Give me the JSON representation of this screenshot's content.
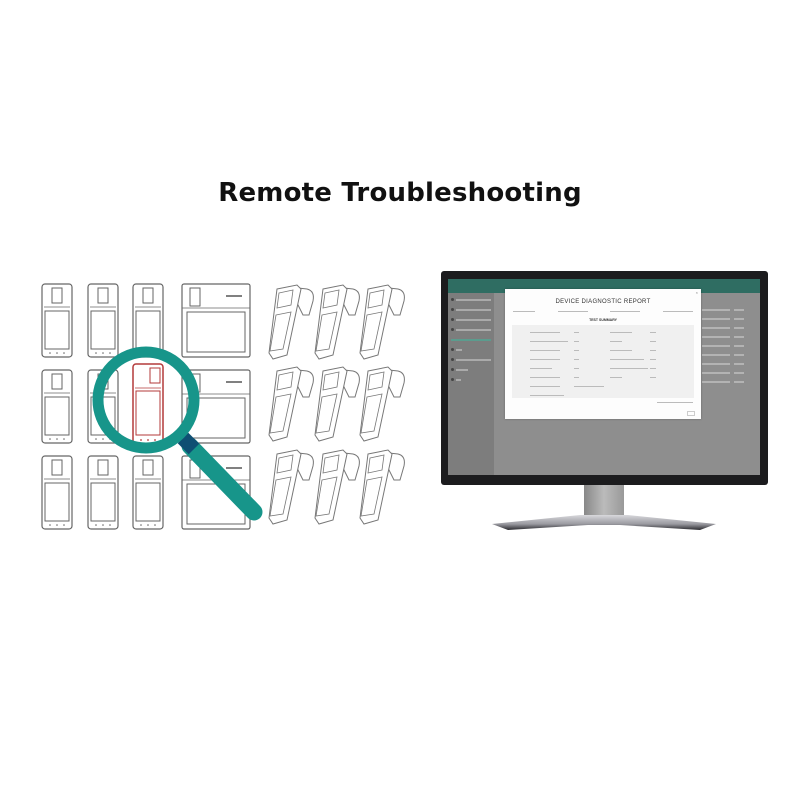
{
  "headline": "Remote Troubleshooting",
  "illustration": {
    "devices": {
      "handheld_terminals_rows": 3,
      "handheld_terminals_per_row": 3,
      "tablet_terminals_per_row": 1,
      "pos_terminals_rows": 3,
      "pos_terminals_per_row": 3,
      "highlighted_device": "row-2-column-3",
      "highlight_color": "#b33a3a",
      "outline_color": "#666666"
    },
    "magnifier": {
      "color": "#17958a",
      "band_color": "#0f4f73"
    }
  },
  "monitor": {
    "screen": {
      "topbar_color": "#2f6d62",
      "dialog": {
        "title": "DEVICE DIAGNOSTIC REPORT",
        "section_title": "TEST SUMMARY",
        "meta_fields": [
          "",
          "",
          "",
          ""
        ],
        "close_glyph": "×"
      }
    }
  }
}
